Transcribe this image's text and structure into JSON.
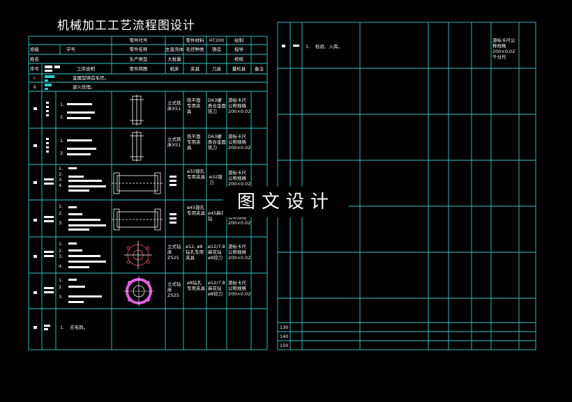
{
  "title": "机械加工工艺流程图设计",
  "header": {
    "part_code": "零件代号",
    "part_material": "零件材料",
    "material_value": "HT200",
    "drawn": "绘制",
    "class": "班级",
    "student_no": "学号",
    "part_name": "零件名称",
    "part_name_value": "左直壳体",
    "blank_type": "毛坯种类",
    "casting": "铸造",
    "instructor": "指导",
    "name": "姓名",
    "production_type": "生产类型",
    "mass": "大批量",
    "review": "校核"
  },
  "columns": [
    "序号",
    "工序说明",
    "零件简图",
    "机床",
    "夹具",
    "刀具",
    "量检具",
    "备注"
  ],
  "rows": [
    {
      "seq": "I",
      "desc": "金属型铸造毛坯。"
    },
    {
      "seq": "II",
      "desc": "退火处理。"
    },
    {
      "steps": [
        "1.",
        "2."
      ],
      "machine": "立式铣床X51",
      "fixture": "铣平面专用夹具",
      "tool": "D63硬质合金面铣刀",
      "gauge": "游标卡尺公称规格200×0.02"
    },
    {
      "steps": [
        "1.",
        "2."
      ],
      "machine": "立式铣床X51",
      "fixture": "铣平面专用夹具",
      "tool": "D63硬质合金面铣刀",
      "gauge": "游标卡尺公称规格200×0.02"
    },
    {
      "steps": [
        "1.",
        "2.",
        "3.",
        "4."
      ],
      "fixture": "ø32镗孔专用夹具",
      "tool": "ø32镗刀",
      "gauge": "游标卡尺公称规格200×0.02"
    },
    {
      "steps": [
        "1.",
        "2.",
        "3."
      ],
      "fixture": "ø45镗孔专用夹具",
      "tool": "ø45麻花钻",
      "gauge": "游标卡尺公称规格200×0.02"
    },
    {
      "steps": [
        "1.",
        "2.",
        "3.",
        "4."
      ],
      "machine": "立式钻床Z525",
      "fixture": "ø12, ø8钻孔专用夹具",
      "tool": "ø12/7.8麻花钻ø8铰刀",
      "gauge": "游标卡尺公称规格200×0.02"
    },
    {
      "steps": [
        "1.",
        "2.",
        "3."
      ],
      "machine": "立式钻床Z525",
      "fixture": "ø8钻孔专用夹具",
      "tool": "ø12/7.8麻花钻ø8铰刀",
      "gauge": "游标卡尺公称规格200×0.02"
    },
    {
      "steps": [
        "1."
      ],
      "desc": "去毛刺。"
    }
  ],
  "right": {
    "step": "1.",
    "desc": "检验、入库。",
    "gauge": "游标卡尺公称规格200×0.02千分尺",
    "row_nums": [
      "130",
      "140",
      "150"
    ]
  },
  "watermark": "图文设计"
}
